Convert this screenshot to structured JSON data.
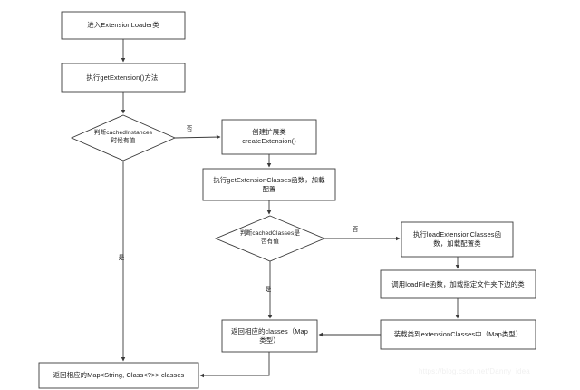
{
  "diagram": {
    "title": "Dubbo ExtensionLoader getExtension flowchart",
    "stroke_color": "#3a3a3a",
    "text_color": "#1b1b1b",
    "background_color": "#ffffff",
    "nodes": [
      {
        "id": "n1",
        "shape": "rect",
        "label": "进入ExtensionLoader类"
      },
      {
        "id": "n2",
        "shape": "rect",
        "label": "执行getExtension()方法,"
      },
      {
        "id": "n3",
        "shape": "diamond",
        "label": "判断cachedInstances\n时候有值"
      },
      {
        "id": "n4",
        "shape": "rect",
        "label": "创建扩展类\ncreateExtension()"
      },
      {
        "id": "n5",
        "shape": "rect",
        "label": "执行getExtensionClasses函数，加载\n配置"
      },
      {
        "id": "n6",
        "shape": "diamond",
        "label": "判断cachedClasses是\n否有值"
      },
      {
        "id": "n7",
        "shape": "rect",
        "label": "执行loadExtensionClasses函\n数，加载配置类"
      },
      {
        "id": "n8",
        "shape": "rect",
        "label": "调用loadFile函数，加载指定文件夹下边的类"
      },
      {
        "id": "n9",
        "shape": "rect",
        "label": "装载类到extensionClasses中（Map类型）"
      },
      {
        "id": "n10",
        "shape": "rect",
        "label": "返回相应的classes（Map\n类型）"
      },
      {
        "id": "n11",
        "shape": "rect",
        "label": "返回相应的Map<String, Class<?>> classes"
      }
    ],
    "edge_labels": [
      {
        "id": "e1",
        "label": "否",
        "from": "n3",
        "to": "n4"
      },
      {
        "id": "e2",
        "label": "是",
        "from": "n3",
        "to": "n11"
      },
      {
        "id": "e3",
        "label": "否",
        "from": "n6",
        "to": "n7"
      },
      {
        "id": "e4",
        "label": "是",
        "from": "n6",
        "to": "n10"
      }
    ],
    "watermark": "https://blog.csdn.net/Danny_idea"
  }
}
